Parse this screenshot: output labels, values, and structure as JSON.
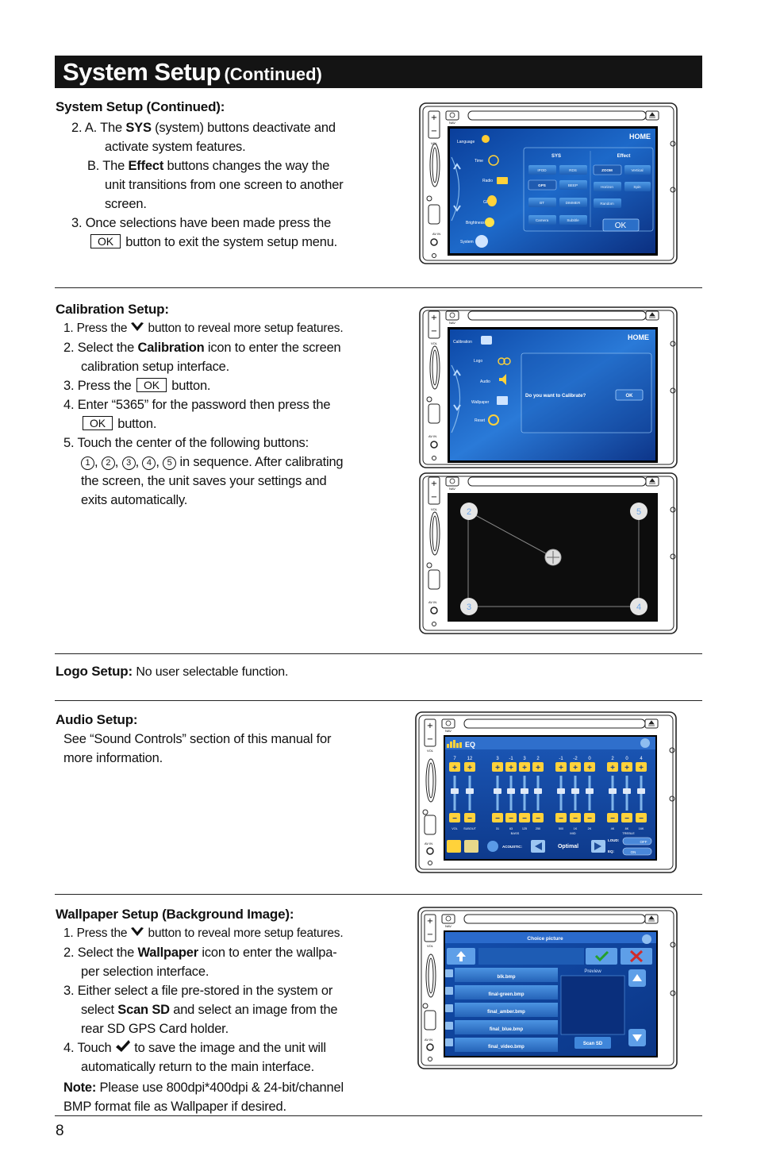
{
  "header": {
    "title": "System Setup",
    "subtitle": "(Continued)"
  },
  "sys": {
    "heading": "System Setup (Continued):",
    "l1a": "2. A. The ",
    "l1b": "SYS",
    "l1c": " (system) buttons deactivate and",
    "l2": "activate system features.",
    "l3a": "B. The ",
    "l3b": "Effect",
    "l3c": " buttons changes the way the",
    "l4": "unit transitions from one screen to another",
    "l5": "screen.",
    "l6": "3. Once selections have been made press the",
    "l7ok": "OK",
    "l7": "button to exit the system setup menu."
  },
  "cal": {
    "heading": "Calibration Setup:",
    "l1a": "1. Press the ",
    "l1b": "button to reveal more setup features.",
    "l2a": "2. Select the ",
    "l2b": "Calibration",
    "l2c": " icon to enter the screen",
    "l3": "calibration setup interface.",
    "l4a": "3. Press the ",
    "l4ok": "OK",
    "l4b": "button.",
    "l5": "4. Enter “5365” for the password then press the",
    "l6ok": "OK",
    "l6": "button.",
    "l7": "5. Touch the center of the following buttons:",
    "c1": "1",
    "c2": "2",
    "c3": "3",
    "c4": "4",
    "c5": "5",
    "l8": "in sequence. After calibrating",
    "l9": "the screen, the unit saves your settings and",
    "l10": "exits automatically."
  },
  "logo": {
    "heading": "Logo Setup:",
    "text": "No user selectable function."
  },
  "audio": {
    "heading": "Audio Setup:",
    "l1": "See “Sound Controls” section of this manual for",
    "l2": "more information."
  },
  "wall": {
    "heading": "Wallpaper Setup (Background Image):",
    "l1a": "1. Press the ",
    "l1b": "button to reveal more setup features.",
    "l2a": "2. Select the ",
    "l2b": "Wallpaper",
    "l2c": " icon to enter the wallpa-",
    "l3": "per selection interface.",
    "l4": "3. Either select a file pre-stored in the system or",
    "l5a": "select ",
    "l5b": "Scan SD",
    "l5c": " and select an image from the",
    "l6": "rear SD GPS Card holder.",
    "l7a": "4. Touch ",
    "l7b": " to save the image and the unit will",
    "l8": "automatically return to the main interface.",
    "note_label": "Note:",
    "note1": " Please use 800dpi*400dpi & 24-bit/channel",
    "note2": "BMP format file as Wallpaper if desired."
  },
  "device": {
    "nav": "NAV",
    "vol": "VOL",
    "avin": "AV IN"
  },
  "screen1": {
    "home": "HOME",
    "menu": [
      "Language",
      "Time",
      "Radio",
      "GPS",
      "Brightness",
      "System"
    ],
    "sys_title": "SYS",
    "effect_title": "Effect",
    "sys_buttons": [
      "IPOD",
      "RDS",
      "GPS",
      "BEEP",
      "BT",
      "DIMMER",
      "Camera",
      "Subtitle"
    ],
    "effect_buttons": [
      "ZOOM",
      "Vertical",
      "Horizon",
      "Spin",
      "Random"
    ],
    "ok": "OK"
  },
  "screen2": {
    "home": "HOME",
    "menu": [
      "Calibration",
      "Logo",
      "Audio",
      "Wallpaper",
      "Reset"
    ],
    "question": "Do you want to Calibrate?",
    "ok": "OK"
  },
  "screen3": {
    "p2": "2",
    "p5": "5",
    "p3": "3",
    "p4": "4"
  },
  "screen4": {
    "title": "EQ",
    "values": [
      "7",
      "12",
      "3",
      "-1",
      "3",
      "2",
      "-1",
      "-2",
      "0",
      "2",
      "0",
      "4"
    ],
    "labels": [
      "VOL",
      "SUBOUT",
      "31",
      "63",
      "125",
      "250",
      "500",
      "1K",
      "2K",
      "4K",
      "8K",
      "16K"
    ],
    "group_bass": "BASS",
    "group_mid": "MID",
    "group_treble": "TREBLE",
    "acoustic": "ACOUSTIC:",
    "preset": "Optimal",
    "loud": "LOUD:",
    "loud_val": "OFF",
    "eq": "EQ:",
    "eq_val": "ON"
  },
  "screen5": {
    "title": "Choice picture",
    "files": [
      "blk.bmp",
      "final-green.bmp",
      "final_amber.bmp",
      "final_blue.bmp",
      "final_video.bmp"
    ],
    "preview": "Preview",
    "scan": "Scan SD"
  },
  "page_number": "8"
}
